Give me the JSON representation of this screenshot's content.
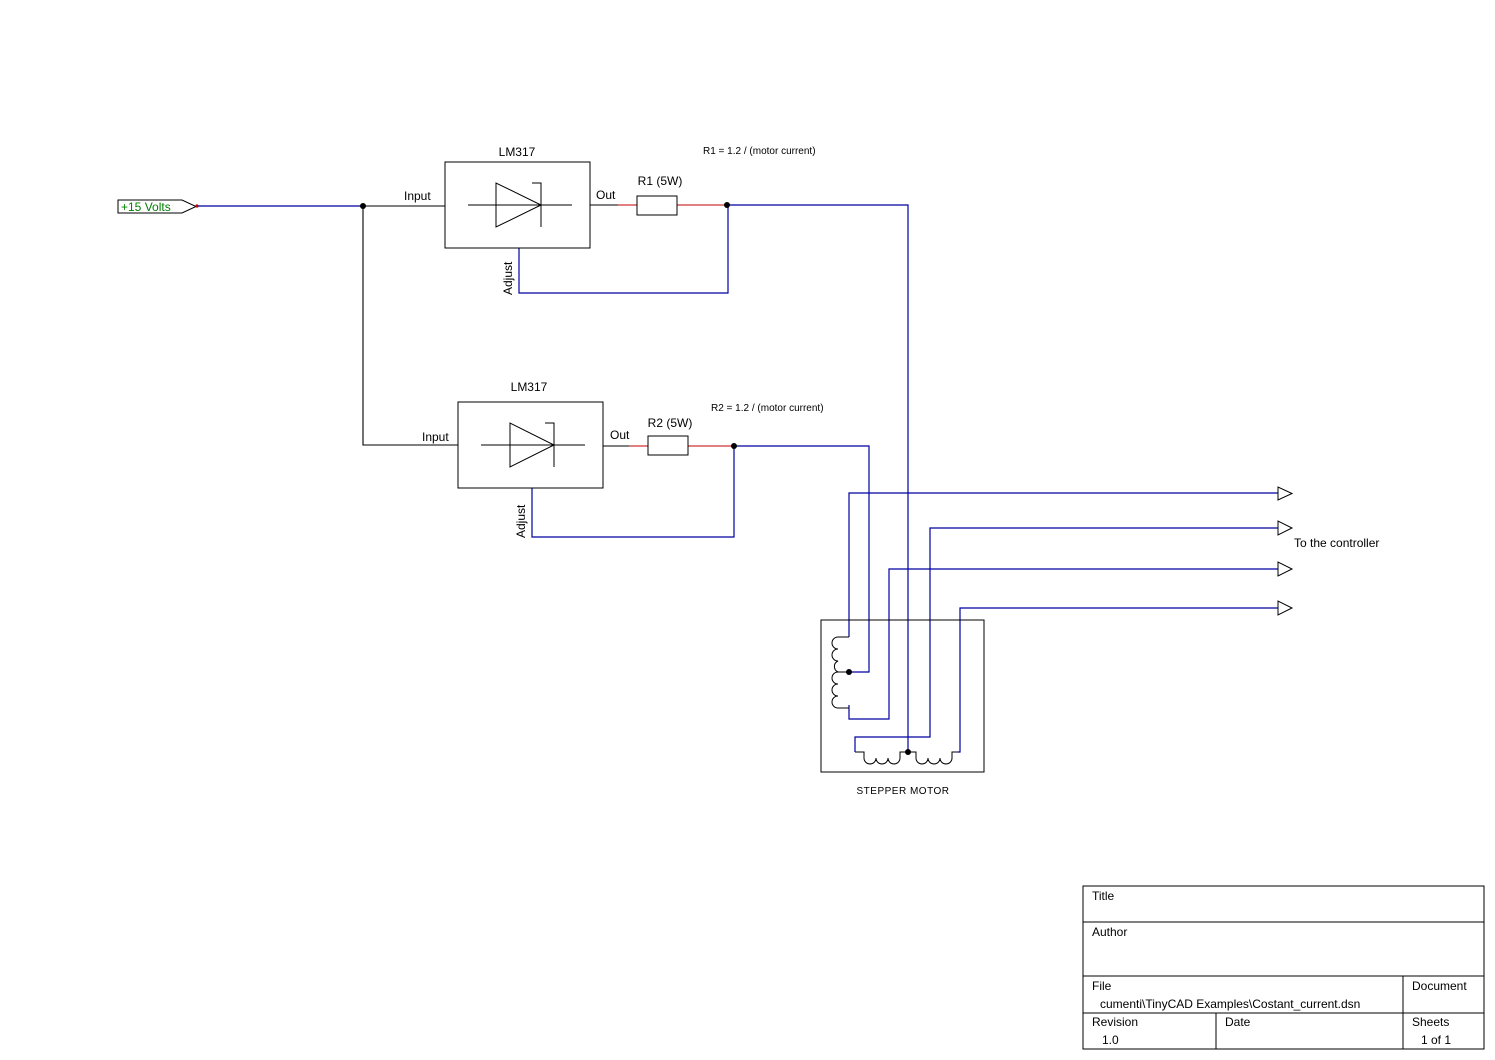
{
  "power": {
    "label": "+15 Volts",
    "color": "#008000"
  },
  "regulators": [
    {
      "name": "LM317",
      "input": "Input",
      "out": "Out",
      "adjust": "Adjust",
      "resistor": "R1 (5W)",
      "note": "R1 = 1.2 / (motor current)"
    },
    {
      "name": "LM317",
      "input": "Input",
      "out": "Out",
      "adjust": "Adjust",
      "resistor": "R2 (5W)",
      "note": "R2 = 1.2 / (motor current)"
    }
  ],
  "motor": {
    "label": "STEPPER MOTOR"
  },
  "controller": {
    "label": "To the controller"
  },
  "title_block": {
    "title_label": "Title",
    "title_value": "",
    "author_label": "Author",
    "author_value": "",
    "file_label": "File",
    "file_value": "cumenti\\TinyCAD Examples\\Costant_current.dsn",
    "document_label": "Document",
    "revision_label": "Revision",
    "revision_value": "1.0",
    "date_label": "Date",
    "date_value": "",
    "sheets_label": "Sheets",
    "sheets_value": "1 of 1"
  },
  "colors": {
    "wire": "#0000a0",
    "component": "#000000",
    "pin": "#c00000"
  }
}
